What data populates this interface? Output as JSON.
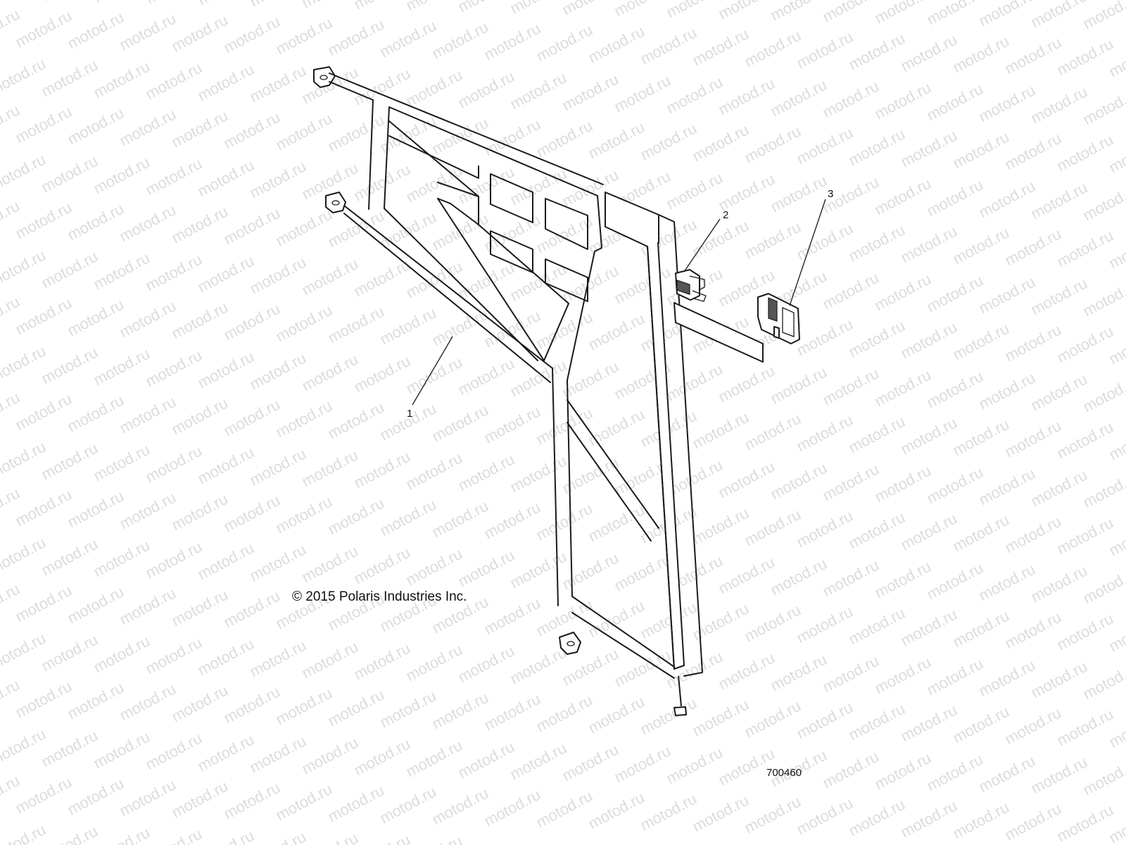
{
  "watermark": {
    "text": "motod.ru"
  },
  "callouts": {
    "part1": "1",
    "part2": "2",
    "part3": "3"
  },
  "copyright": "© 2015 Polaris Industries Inc.",
  "diagram_number": "700460"
}
